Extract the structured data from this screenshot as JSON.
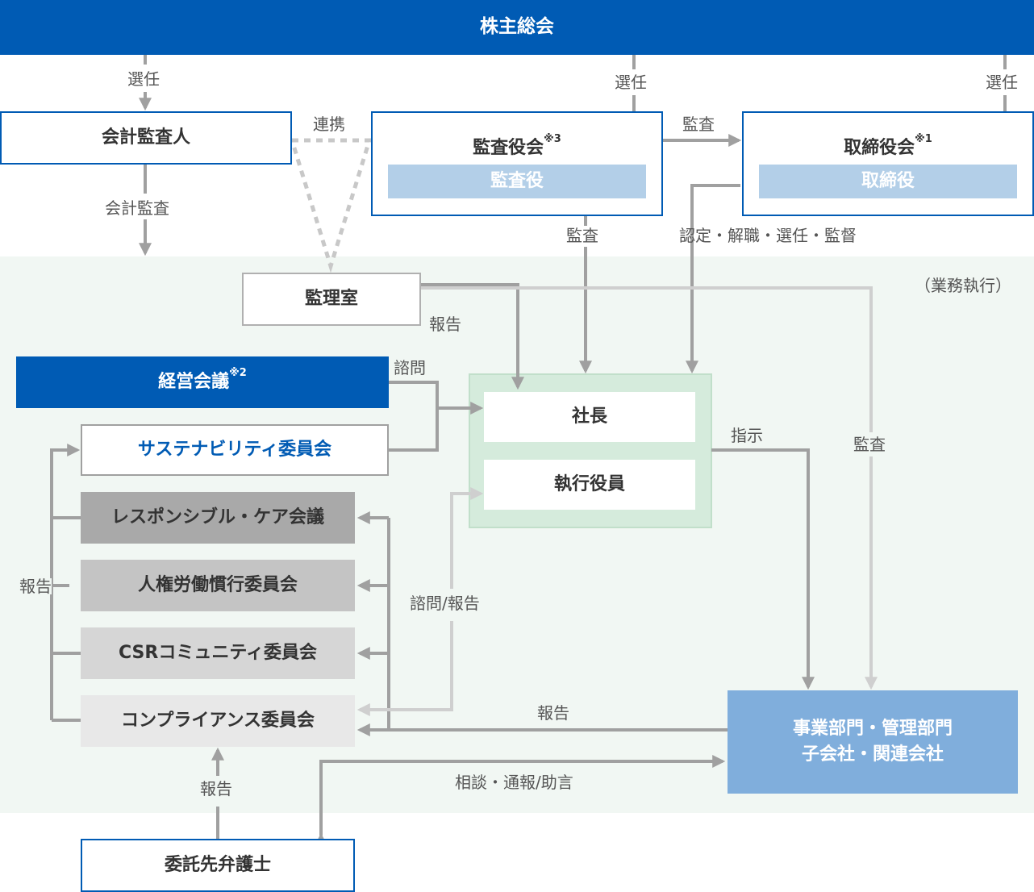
{
  "nodes": {
    "shareholders": "株主総会",
    "auditor": "会計監査人",
    "audit_board": "監査役会",
    "audit_board_note": "※3",
    "audit_members": "監査役",
    "board": "取締役会",
    "board_note": "※1",
    "directors": "取締役",
    "audit_office": "監理室",
    "exec_meeting": "経営会議",
    "exec_meeting_note": "※2",
    "sustainability": "サステナビリティ委員会",
    "responsible_care": "レスポンシブル・ケア会議",
    "human_rights": "人権労働慣行委員会",
    "csr": "CSRコミュニティ委員会",
    "compliance": "コンプライアンス委員会",
    "president": "社長",
    "officers": "執行役員",
    "departments_line1": "事業部門・管理部門",
    "departments_line2": "子会社・関連会社",
    "lawyer": "委託先弁護士"
  },
  "labels": {
    "elect1": "選任",
    "elect2": "選任",
    "elect3": "選任",
    "coop": "連携",
    "audit_top": "監査",
    "accounting_audit": "会計監査",
    "audit_down": "監査",
    "board_actions": "認定・解職・選任・監督",
    "execution": "（業務執行）",
    "report_office": "報告",
    "consult": "諮問",
    "instruct": "指示",
    "audit_right": "監査",
    "report_left": "報告",
    "consult_report": "諮問/報告",
    "report_bottom": "報告",
    "consult_notice": "相談・通報/助言",
    "report_lawyer": "報告"
  }
}
